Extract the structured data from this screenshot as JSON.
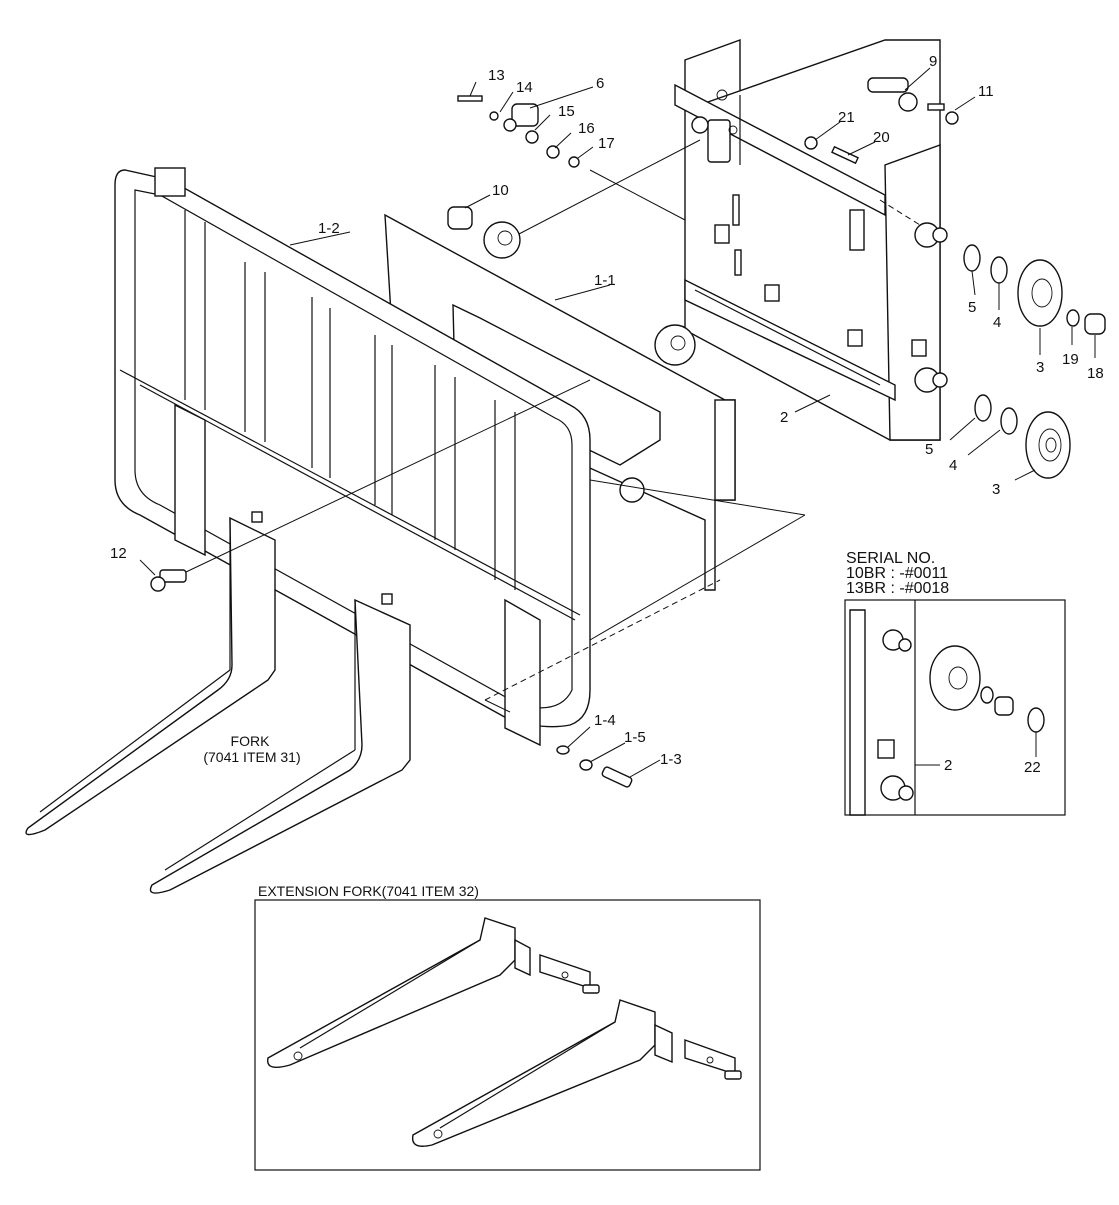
{
  "callouts": {
    "c1_1": "1-1",
    "c1_2": "1-2",
    "c1_3": "1-3",
    "c1_4": "1-4",
    "c1_5": "1-5",
    "c2a": "2",
    "c2b": "2",
    "c3a": "3",
    "c3b": "3",
    "c4a": "4",
    "c4b": "4",
    "c5a": "5",
    "c5b": "5",
    "c6": "6",
    "c9": "9",
    "c10": "10",
    "c11": "11",
    "c12": "12",
    "c13": "13",
    "c14": "14",
    "c15": "15",
    "c16": "16",
    "c17": "17",
    "c18": "18",
    "c19": "19",
    "c20": "20",
    "c21": "21",
    "c22": "22"
  },
  "fork": {
    "line1": "FORK",
    "line2": "(7041 ITEM 31)"
  },
  "serial": {
    "title": "SERIAL NO.",
    "line1": "10BR : -#0011",
    "line2": "13BR : -#0018"
  },
  "extension": {
    "title": "EXTENSION FORK(7041 ITEM 32)"
  },
  "icons": [
    "load-backrest",
    "fork-carriage-plate",
    "side-shift-frame",
    "roller-bearing",
    "shim",
    "fork-tine",
    "bolt",
    "washer"
  ]
}
